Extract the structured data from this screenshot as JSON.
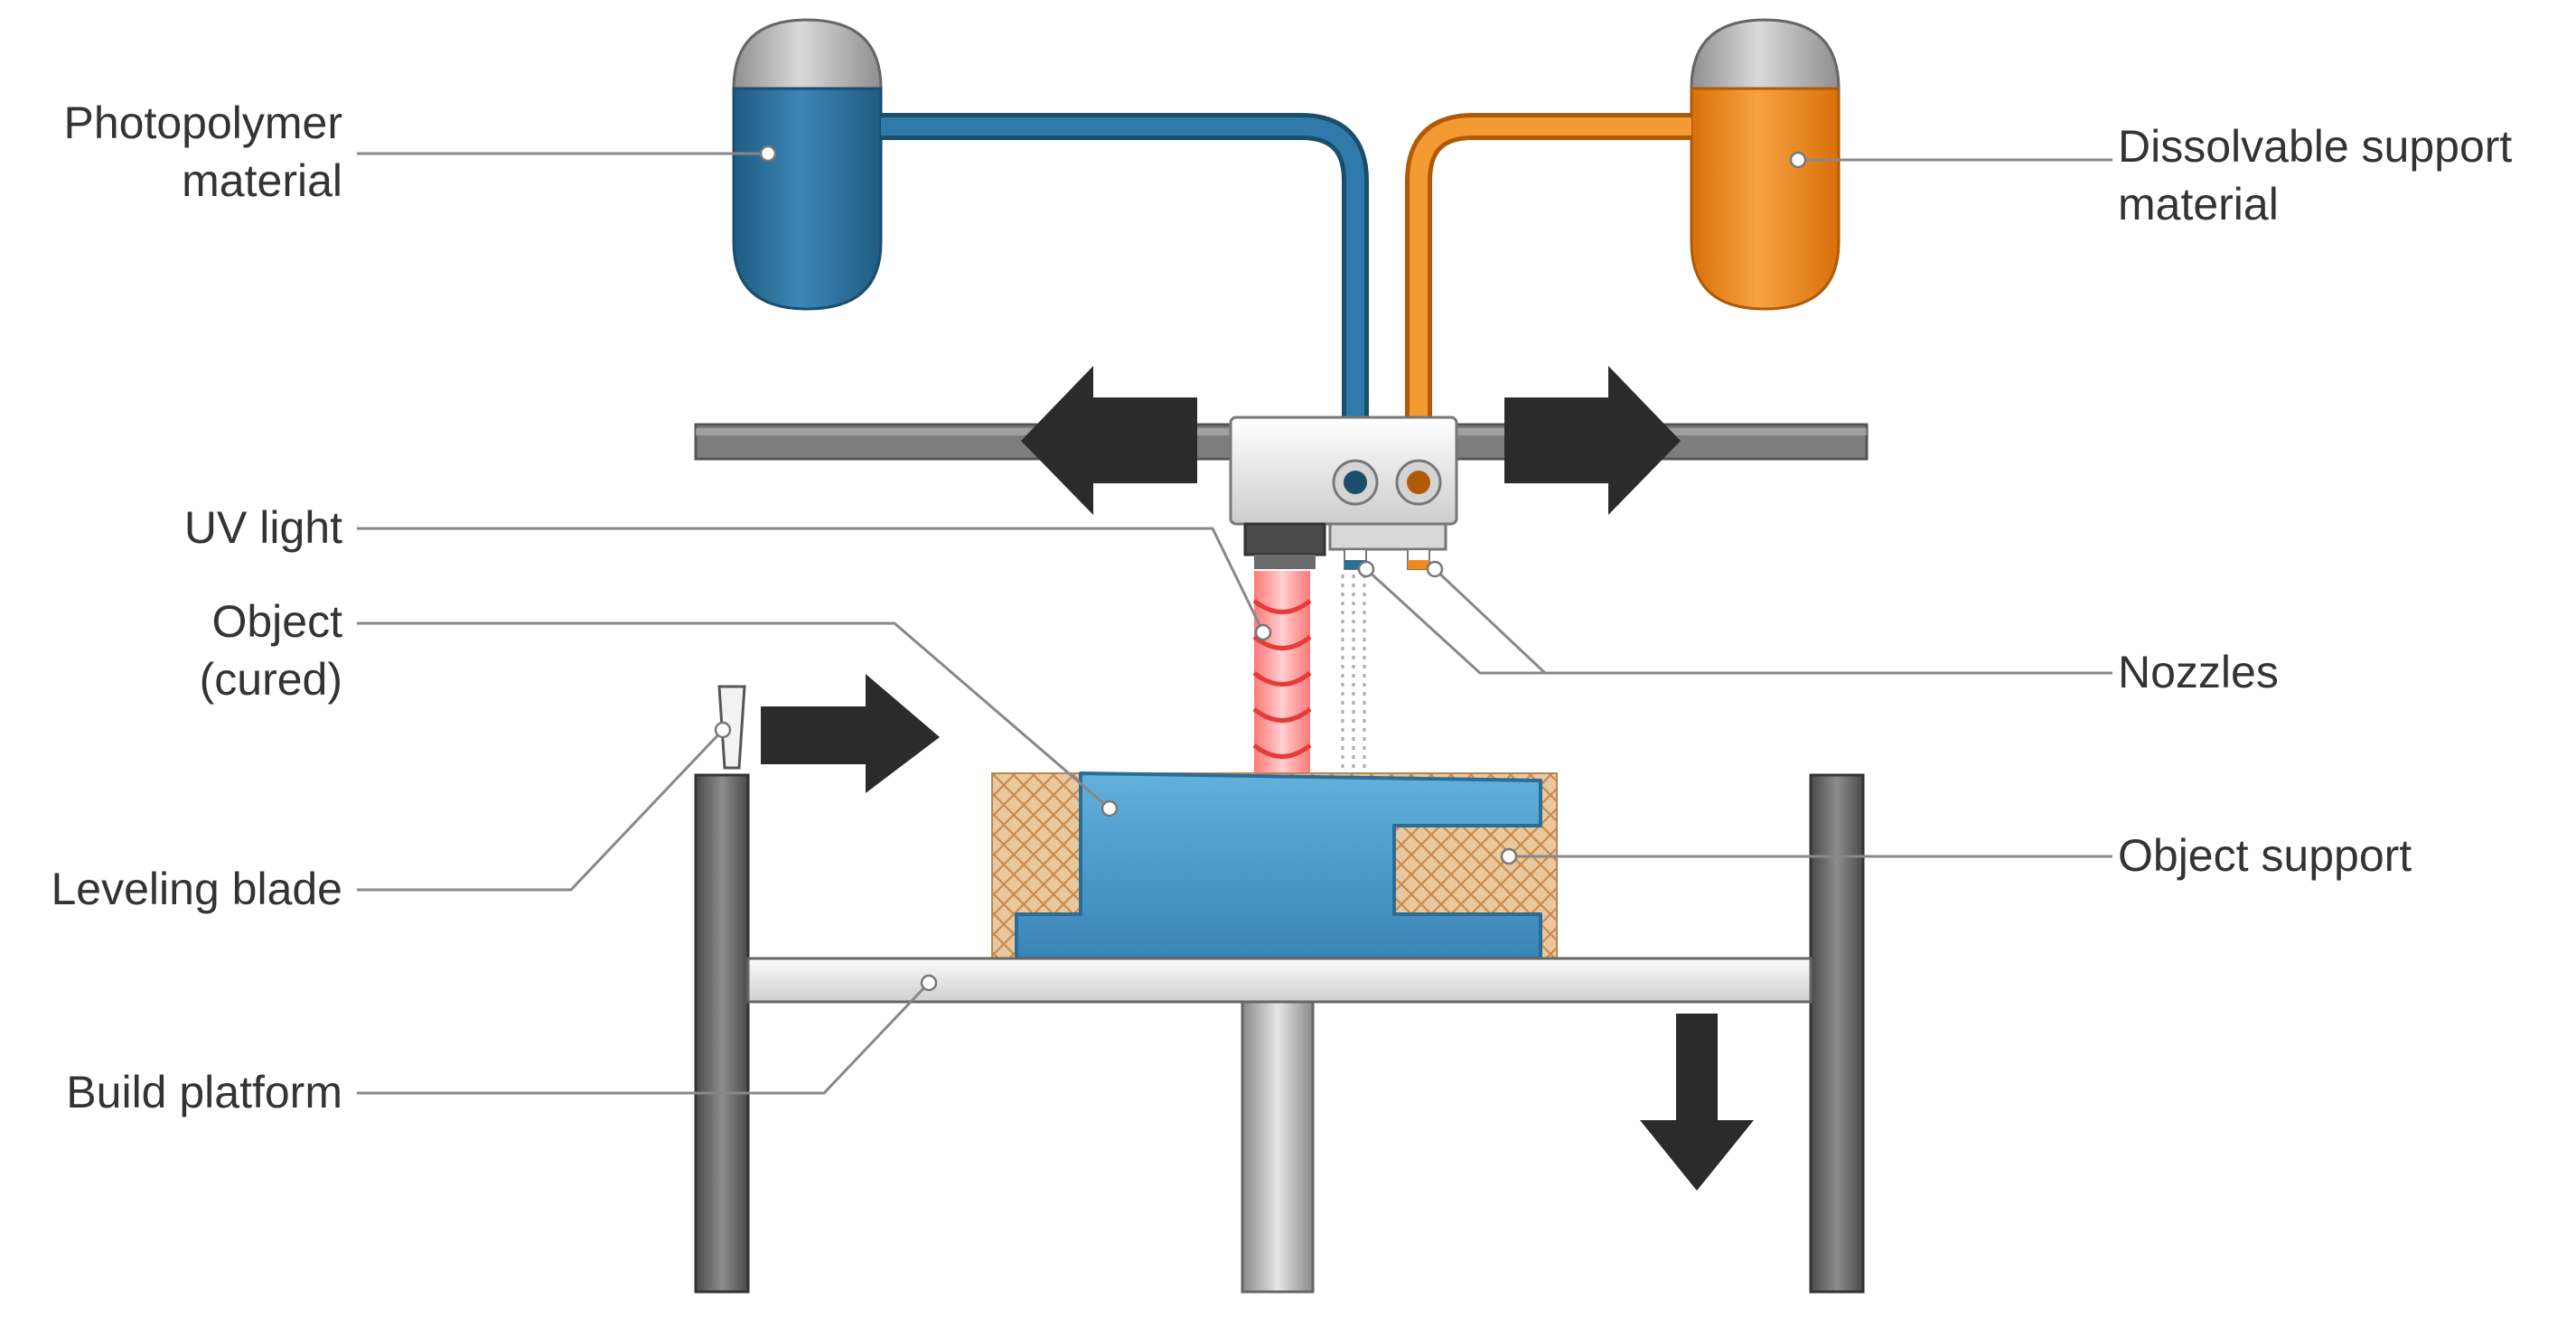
{
  "labels": {
    "photopolymer": "Photopolymer\nmaterial",
    "dissolvable": "Dissolvable support\nmaterial",
    "uv_light": "UV light",
    "object_cured": "Object\n(cured)",
    "nozzles": "Nozzles",
    "leveling_blade": "Leveling blade",
    "object_support": "Object support",
    "build_platform": "Build platform"
  },
  "colors": {
    "photopolymer": "#2a6d96",
    "support_material": "#f08a1c",
    "object": "#4d9fd0",
    "support_structure": "#e3b988",
    "uv_light": "#f05a5a",
    "frame": "#6e6e6e",
    "arrow": "#2b2b2b",
    "leader_line": "#888888"
  },
  "icons": {
    "direction_arrows": [
      "arrow-left-icon",
      "arrow-right-icon",
      "arrow-down-icon"
    ]
  }
}
